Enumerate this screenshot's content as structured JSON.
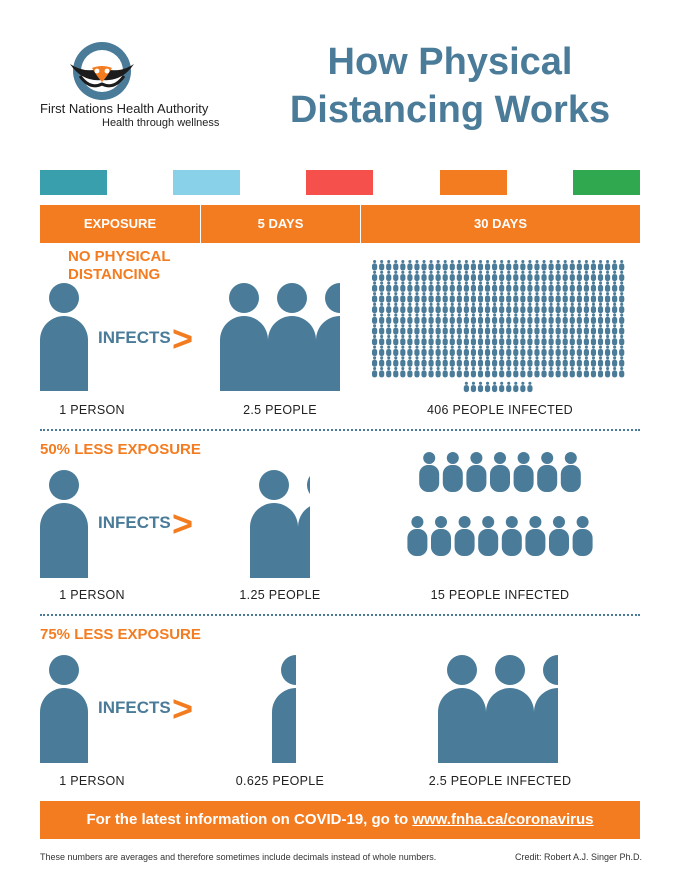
{
  "organization": {
    "name": "First Nations Health Authority",
    "tagline": "Health through wellness"
  },
  "title": {
    "line1": "How Physical",
    "line2": "Distancing Works"
  },
  "colors": {
    "orange": "#f47c20",
    "blue": "#4a7b99",
    "swatches": [
      "#3a9fad",
      "#88d1e8",
      "#f5504c",
      "#f47c20",
      "#2fa84f"
    ]
  },
  "header": {
    "exposure": "EXPOSURE",
    "five_days": "5 DAYS",
    "thirty_days": "30 DAYS"
  },
  "infects_label": "INFECTS",
  "chevron_glyph": ">",
  "scenarios": [
    {
      "label_line1": "NO PHYSICAL",
      "label_line2": "DISTANCING",
      "exposure_caption": "1 PERSON",
      "five_day_caption": "2.5 PEOPLE",
      "thirty_day_caption": "406 PEOPLE INFECTED",
      "exposure_value": 1,
      "five_day_value": 2.5,
      "thirty_day_value": 406
    },
    {
      "label_line1": "50% LESS EXPOSURE",
      "exposure_caption": "1 PERSON",
      "five_day_caption": "1.25 PEOPLE",
      "thirty_day_caption": "15 PEOPLE INFECTED",
      "exposure_value": 1,
      "five_day_value": 1.25,
      "thirty_day_value": 15
    },
    {
      "label_line1": "75% LESS EXPOSURE",
      "exposure_caption": "1 PERSON",
      "five_day_caption": "0.625 PEOPLE",
      "thirty_day_caption": "2.5 PEOPLE INFECTED",
      "exposure_value": 1,
      "five_day_value": 0.625,
      "thirty_day_value": 2.5
    }
  ],
  "footer": {
    "text": "For the latest information on COVID-19, go to",
    "link": "www.fnha.ca/coronavirus"
  },
  "note": "These numbers are averages and therefore sometimes include decimals instead of whole numbers.",
  "credit": "Credit: Robert A.J. Singer Ph.D."
}
